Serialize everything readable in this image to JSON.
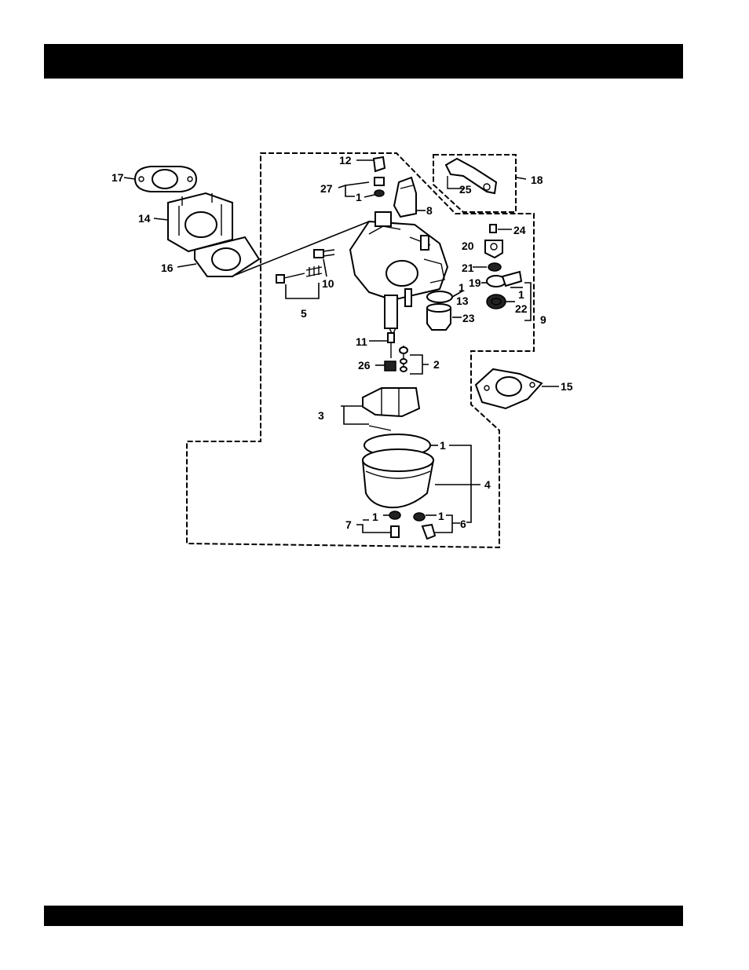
{
  "callouts": {
    "c1a": "1",
    "c1b": "1",
    "c1c": "1",
    "c1d": "1",
    "c1e": "1",
    "c1f": "1",
    "c2": "2",
    "c3": "3",
    "c4": "4",
    "c5": "5",
    "c6": "6",
    "c7": "7",
    "c8": "8",
    "c9": "9",
    "c10": "10",
    "c11": "11",
    "c12": "12",
    "c13": "13",
    "c14": "14",
    "c15": "15",
    "c16": "16",
    "c17": "17",
    "c18": "18",
    "c19": "19",
    "c20": "20",
    "c21": "21",
    "c22": "22",
    "c23": "23",
    "c24": "24",
    "c25": "25",
    "c26": "26",
    "c27": "27"
  }
}
